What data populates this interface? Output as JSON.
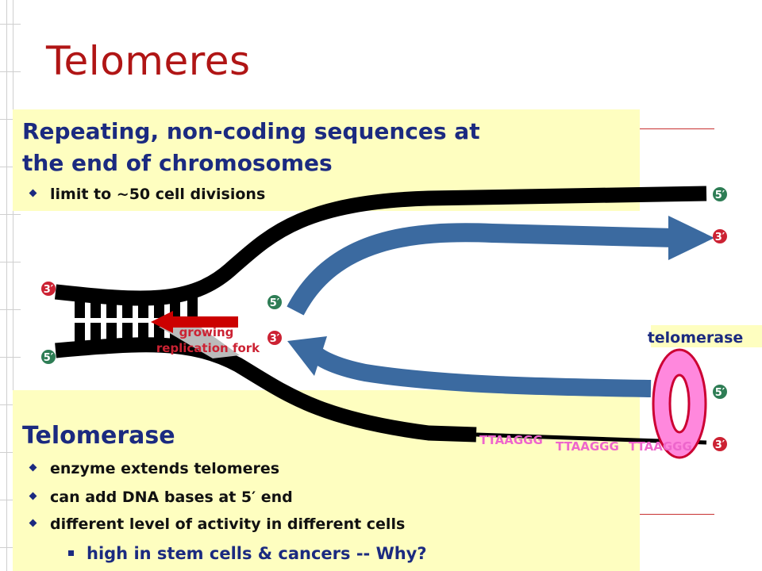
{
  "slide": {
    "title": "Telomeres"
  },
  "top_box": {
    "heading_line1": "Repeating, non-coding sequences at",
    "heading_line2": "the end of chromosomes",
    "bullets": [
      "limit to ~50 cell divisions"
    ]
  },
  "bottom_box": {
    "heading": "Telomerase",
    "bullets": [
      "enzyme extends telomeres",
      "can add DNA bases at 5′ end",
      "different level of activity in different cells"
    ],
    "sub_bullet": "high in stem cells & cancers -- Why?"
  },
  "diagram": {
    "fork_label_line1": "growing",
    "fork_label_line2": "replication fork",
    "telomerase_label": "telomerase",
    "repeat_sequences": [
      "TTAAGGG",
      "TTAAGGG",
      "TTAAGGG"
    ],
    "end_markers": {
      "left_top": "3′",
      "left_bottom": "5′",
      "leading_start": "5′",
      "lagging_end": "3′",
      "right_top_5": "5′",
      "right_top_3": "3′",
      "right_bottom_5": "5′",
      "right_bottom_3": "3′"
    },
    "colors": {
      "title": "#b01515",
      "box_fill": "#fefec0",
      "heading": "#1b2a80",
      "strand": "#000000",
      "new_strand": "#3b6aa0",
      "fork_arrow": "#cc0000",
      "telomerase_fill": "#ff88dd",
      "telomerase_stroke": "#cc0033",
      "repeat_text": "#ee66cc",
      "marker_red": "#cc2233",
      "marker_green": "#2e7d55"
    }
  }
}
